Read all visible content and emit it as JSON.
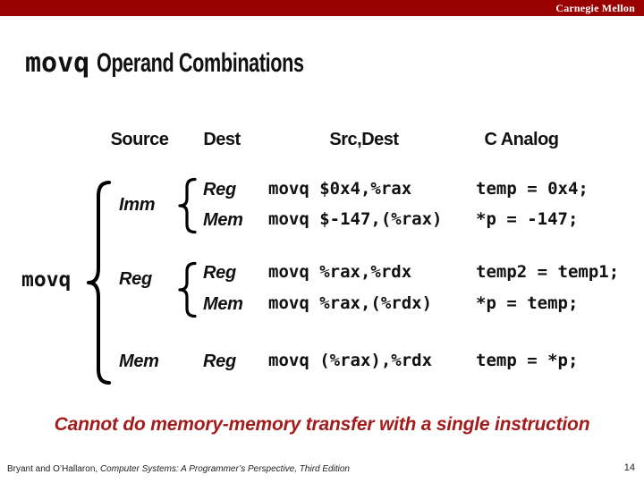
{
  "slide": {
    "brand": "Carnegie Mellon",
    "title_code": "movq",
    "title_rest": "Operand Combinations",
    "note": "Cannot do memory-memory transfer with a single instruction",
    "footer": {
      "attribution_plain": "Bryant and O’Hallaron, ",
      "attribution_book": "Computer Systems: A Programmer’s Perspective, Third Edition",
      "page_number": "14"
    }
  },
  "table": {
    "headers": {
      "source": "Source",
      "dest": "Dest",
      "src_dest": "Src,Dest",
      "c_analog": "C Analog"
    },
    "instruction": "movq",
    "groups": [
      {
        "source": "Imm",
        "rows": [
          {
            "dest": "Reg",
            "asm": "movq $0x4,%rax",
            "c": "temp = 0x4;"
          },
          {
            "dest": "Mem",
            "asm": "movq $-147,(%rax)",
            "c": "*p = -147;"
          }
        ]
      },
      {
        "source": "Reg",
        "rows": [
          {
            "dest": "Reg",
            "asm": "movq %rax,%rdx",
            "c": "temp2 = temp1;"
          },
          {
            "dest": "Mem",
            "asm": "movq %rax,(%rdx)",
            "c": "*p = temp;"
          }
        ]
      },
      {
        "source": "Mem",
        "rows": [
          {
            "dest": "Reg",
            "asm": "movq (%rax),%rdx",
            "c": "temp = *p;"
          }
        ]
      }
    ]
  },
  "colors": {
    "header_bar_bg": "#990000",
    "note_color": "#A21C1C",
    "text_color": "#111111"
  }
}
